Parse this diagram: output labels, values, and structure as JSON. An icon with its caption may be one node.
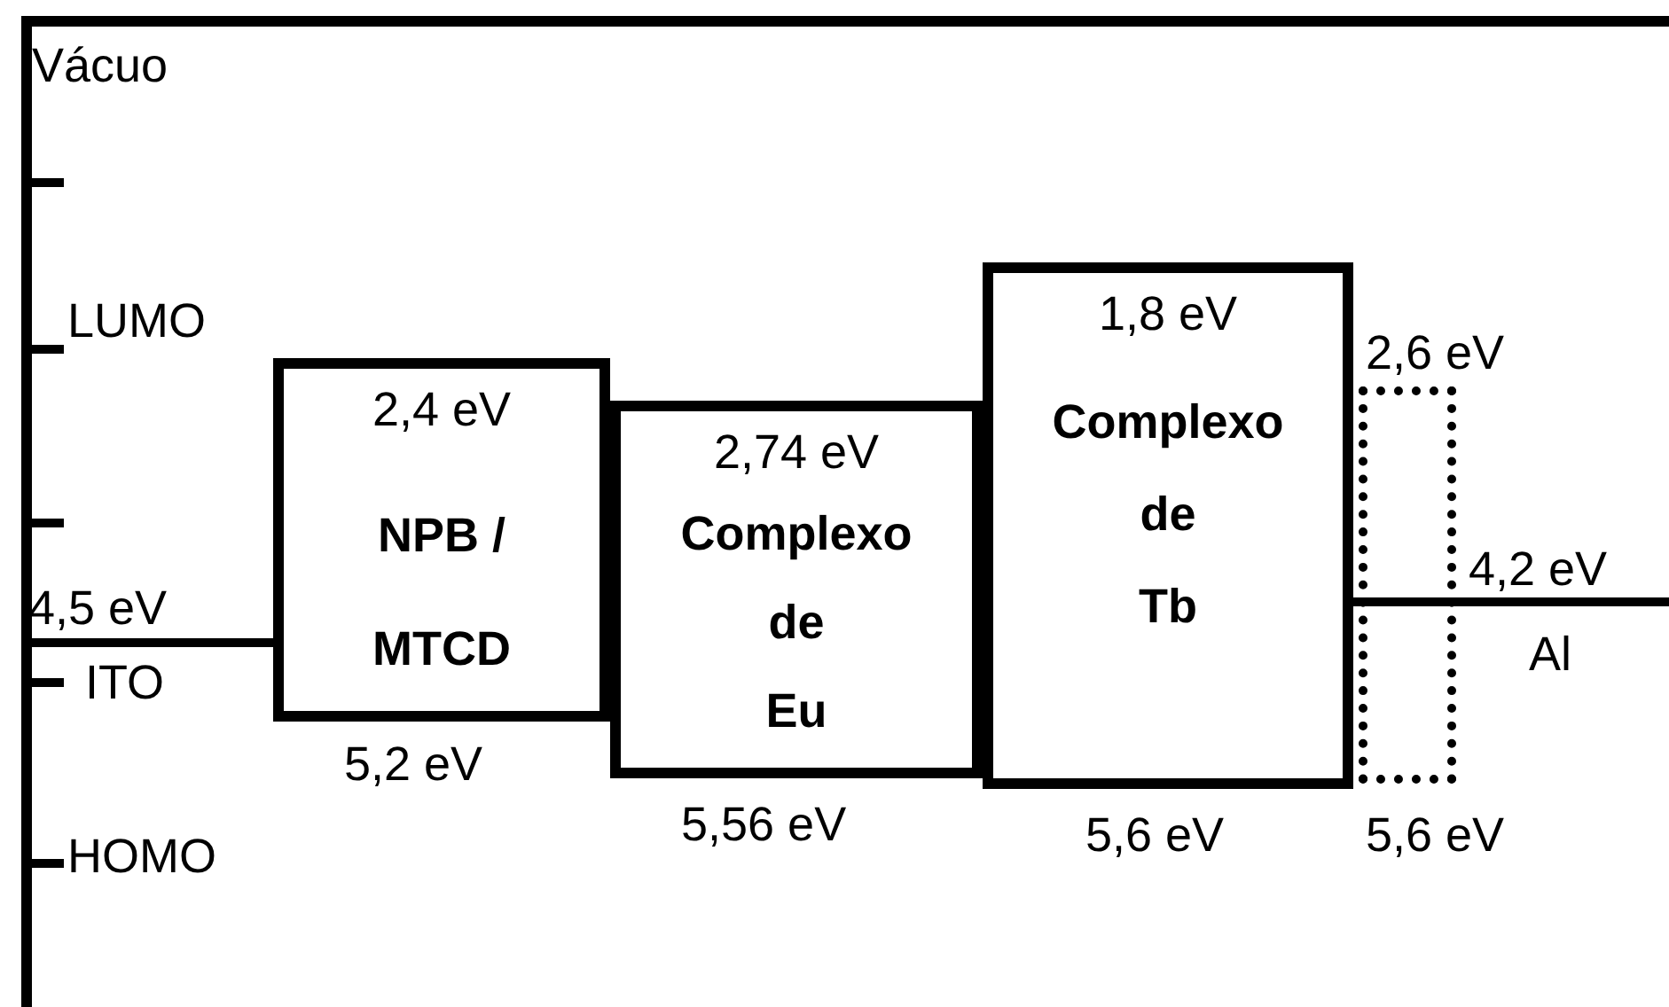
{
  "diagram": {
    "nodes": [
      {
        "text": [],
        "shape": "bar",
        "beside": [
          "4,5 eV",
          "ITO"
        ]
      },
      {
        "text": [
          "2,4 eV",
          "NPB / MTCD"
        ],
        "beside": [
          "5,2 eV"
        ]
      },
      {
        "text": [
          "2,74 eV",
          "Complexo de Eu"
        ],
        "beside": [
          "5,56 eV"
        ]
      },
      {
        "text": [
          "1,8 eV",
          "Complexo de Tb"
        ],
        "beside": [
          "5,6 eV"
        ]
      },
      {
        "text": [],
        "shape": "box",
        "beside": [
          "2,6 eV",
          "5,6 eV"
        ]
      },
      {
        "text": [],
        "shape": "bar",
        "beside": [
          "4,2 eV",
          "Al"
        ]
      }
    ],
    "edges": [],
    "labels": [
      "Vácuo",
      "LUMO",
      "HOMO"
    ]
  }
}
